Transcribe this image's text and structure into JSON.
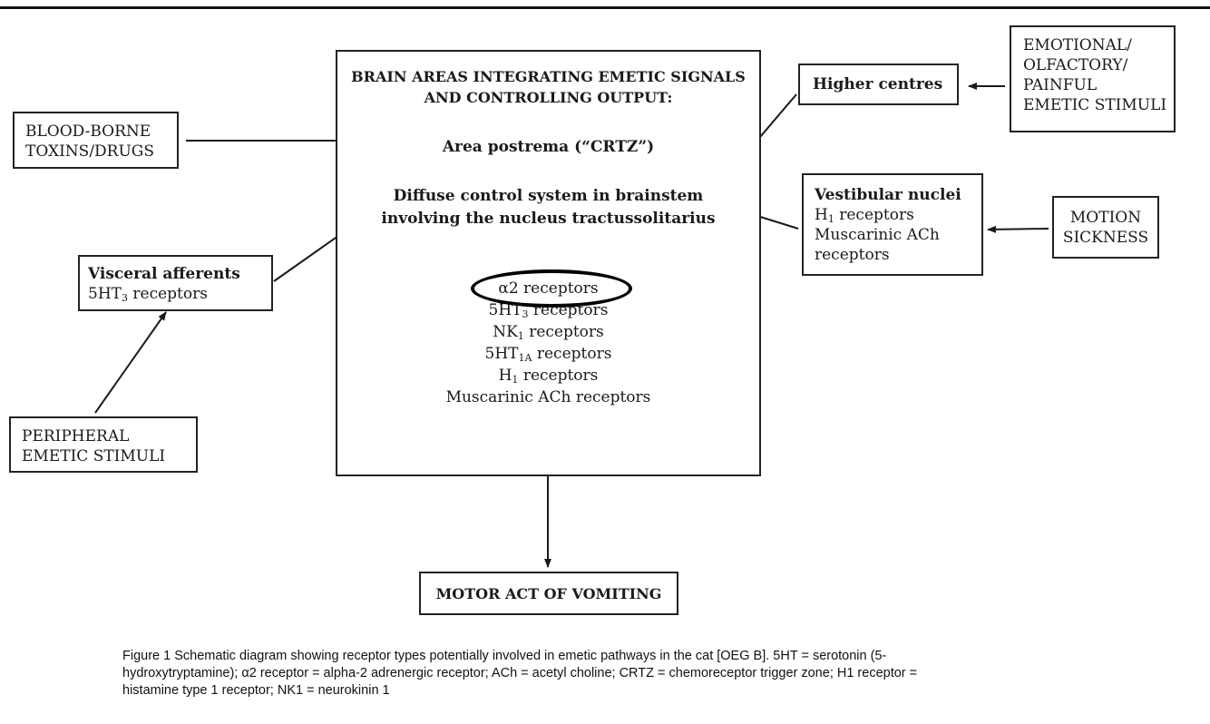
{
  "nodes": {
    "blood_borne": [
      "BLOOD-BORNE",
      "TOXINS/DRUGS"
    ],
    "peripheral": [
      "PERIPHERAL",
      "EMETIC STIMULI"
    ],
    "visceral": {
      "title": "Visceral afferents",
      "rec_pre": "5HT",
      "rec_sub": "3",
      "rec_post": " receptors"
    },
    "brain": {
      "heading": [
        "BRAIN AREAS INTEGRATING EMETIC SIGNALS",
        "AND CONTROLLING OUTPUT:"
      ],
      "area_postrema": "Area postrema (“CRTZ”)",
      "diffuse": [
        "Diffuse control system in brainstem",
        "involving the nucleus tractussolitarius"
      ],
      "receptors": [
        {
          "pre": "α2 receptors"
        },
        {
          "pre": "5HT",
          "sub": "3",
          "post": " receptors"
        },
        {
          "pre": "NK",
          "sub": "1",
          "post": " receptors"
        },
        {
          "pre": "5HT",
          "sub": "1A",
          "post": " receptors"
        },
        {
          "pre": "H",
          "sub": "1",
          "post": " receptors"
        },
        {
          "pre": "Muscarinic ACh receptors"
        }
      ]
    },
    "higher_centres": "Higher centres",
    "emotional": [
      "EMOTIONAL/",
      "OLFACTORY/",
      "PAINFUL",
      "EMETIC STIMULI"
    ],
    "vestibular": {
      "title": "Vestibular nuclei",
      "r1_pre": "H",
      "r1_sub": "1",
      "r1_post": " receptors",
      "r2": "Muscarinic ACh",
      "r3": "receptors"
    },
    "motion": [
      "MOTION",
      "SICKNESS"
    ],
    "motor": "MOTOR ACT OF VOMITING"
  },
  "caption": {
    "lines": [
      "Figure 1 Schematic diagram showing receptor types potentially involved in emetic pathways in the cat [OEG B]. 5HT = serotonin (5-",
      "hydroxytryptamine); α2 receptor = alpha-2 adrenergic receptor; ACh = acetyl choline; CRTZ = chemoreceptor trigger zone; H1 receptor =",
      "histamine type 1 receptor; NK1 = neurokinin 1"
    ]
  },
  "colors": {
    "line": "#1a1a1a",
    "highlight": "#000000"
  }
}
